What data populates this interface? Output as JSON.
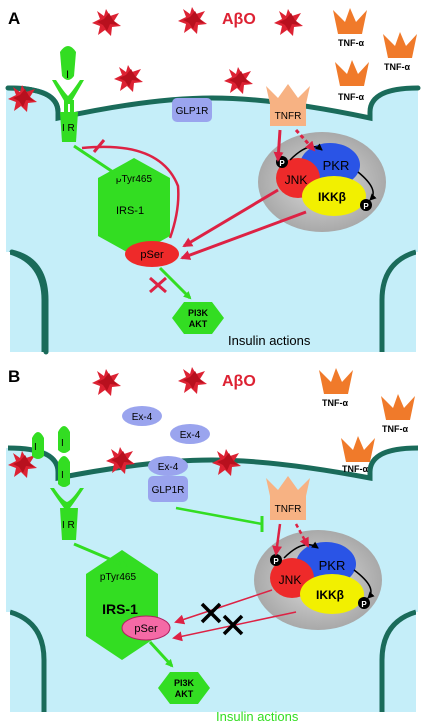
{
  "panels": [
    {
      "letter": "A",
      "abo_label": "AβO",
      "tnf_labels": [
        "TNF-α",
        "TNF-α",
        "TNF-α"
      ],
      "ligand_label": "I",
      "receptor_label": "I R",
      "glp1r_label": "GLP1R",
      "tnfr_label": "TNFR",
      "ptyr_label": "pTyr465",
      "irs_label": "IRS-1",
      "pser_label": "pSer",
      "pkr_label": "PKR",
      "jnk_label": "JNK",
      "ikk_label": "IKKβ",
      "p_label": "P",
      "pi3k_label": "PI3K",
      "akt_label": "AKT",
      "insulin_label": "Insulin actions"
    },
    {
      "letter": "B",
      "abo_label": "AβO",
      "tnf_labels": [
        "TNF-α",
        "TNF-α",
        "TNF-α"
      ],
      "ligand_label": "I",
      "receptor_label": "I R",
      "ex4_labels": [
        "Ex-4",
        "Ex-4",
        "Ex-4"
      ],
      "glp1r_label": "GLP1R",
      "tnfr_label": "TNFR",
      "ptyr_label": "pTyr465",
      "irs_label": "IRS-1",
      "pser_label": "pSer",
      "pkr_label": "PKR",
      "jnk_label": "JNK",
      "ikk_label": "IKKβ",
      "p_label": "P",
      "pi3k_label": "PI3K",
      "akt_label": "AKT",
      "insulin_label": "Insulin actions"
    }
  ],
  "colors": {
    "cytoplasm": "#c5eef9",
    "membrane": "#1a6b5a",
    "green": "#33dd22",
    "red_arrow": "#dd2244",
    "abo": "#dd2233",
    "tnf": "#f07a2a",
    "tnfr": "#f7b283",
    "glp1r": "#9aa4ee",
    "pkr": "#2a54e6",
    "jnk": "#ee2a2a",
    "ikk": "#f2f000",
    "pser_a": "#ee2a2a",
    "pser_b": "#f46aa6"
  },
  "icons": [
    "abo-aggregate-icon",
    "tnf-alpha-icon",
    "insulin-ligand-icon",
    "phospho-icon",
    "inhibition-cross-icon"
  ]
}
